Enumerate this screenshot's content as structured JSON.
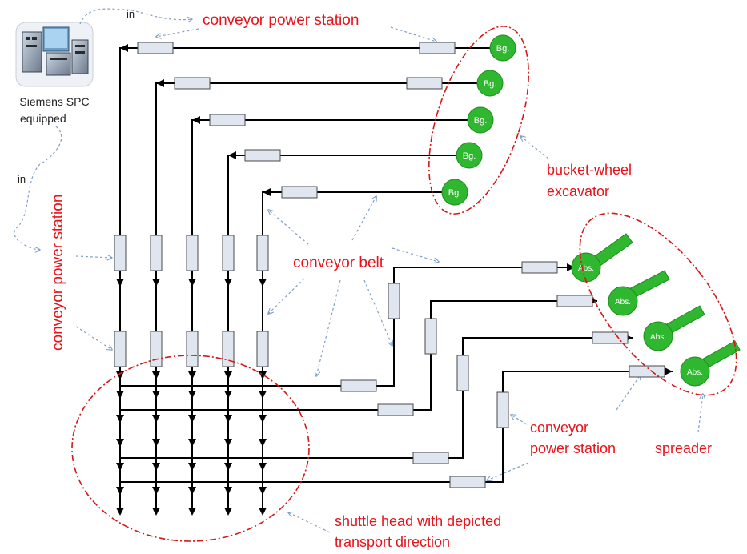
{
  "labels": {
    "conveyor_power_station_top": "conveyor power station",
    "conveyor_power_station_left": "conveyor power station",
    "conveyor_power_station_bottom_line1": "conveyor",
    "conveyor_power_station_bottom_line2": "power station",
    "bucket_wheel_line1": "bucket-wheel",
    "bucket_wheel_line2": "excavator",
    "conveyor_belt": "conveyor belt",
    "spreader": "spreader",
    "shuttle_head_line1": "shuttle head with depicted",
    "shuttle_head_line2": "transport direction",
    "siemens_line1": "Siemens SPC",
    "siemens_line2": "equipped",
    "in_top": "in",
    "in_left": "in"
  },
  "excavator_nodes": [
    "Bg.",
    "Bg.",
    "Bg.",
    "Bg.",
    "Bg."
  ],
  "spreader_nodes": [
    "Abs.",
    "Abs.",
    "Abs.",
    "Abs."
  ],
  "colors": {
    "label_red": "#e8121a",
    "node_green": "#2fb82f",
    "node_green_dark": "#1f8a1f",
    "box_fill": "#dfe6f0",
    "box_stroke": "#4a4a4a",
    "line": "#000000",
    "dashed_blue": "#7f9fc8",
    "ellipse_red": "#d41818"
  },
  "icons": {
    "siemens_equipment": "plc-equipment-icon"
  }
}
